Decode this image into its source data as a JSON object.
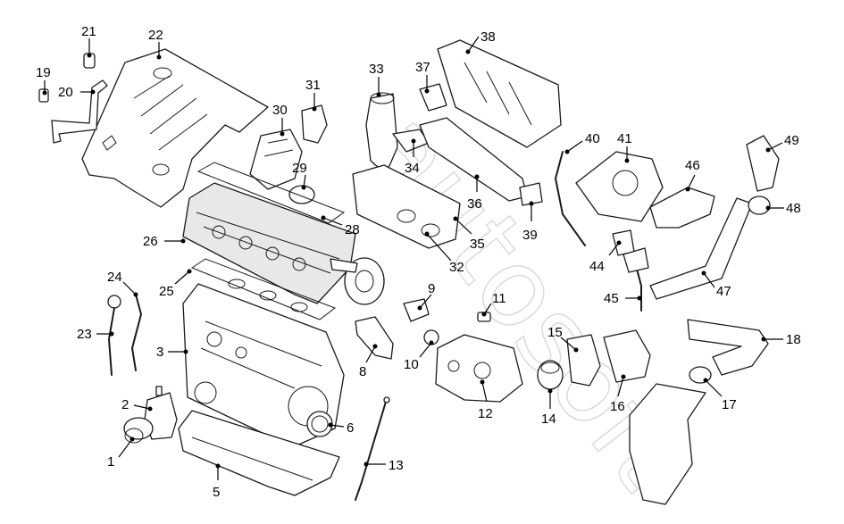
{
  "diagram": {
    "watermark": "autosoft",
    "callouts": [
      "1",
      "2",
      "3",
      "5",
      "6",
      "8",
      "9",
      "10",
      "11",
      "12",
      "13",
      "14",
      "15",
      "16",
      "17",
      "18",
      "19",
      "20",
      "21",
      "22",
      "23",
      "24",
      "25",
      "26",
      "28",
      "29",
      "30",
      "31",
      "32",
      "33",
      "34",
      "35",
      "36",
      "37",
      "38",
      "39",
      "40",
      "41",
      "44",
      "45",
      "46",
      "47",
      "48",
      "49"
    ]
  }
}
